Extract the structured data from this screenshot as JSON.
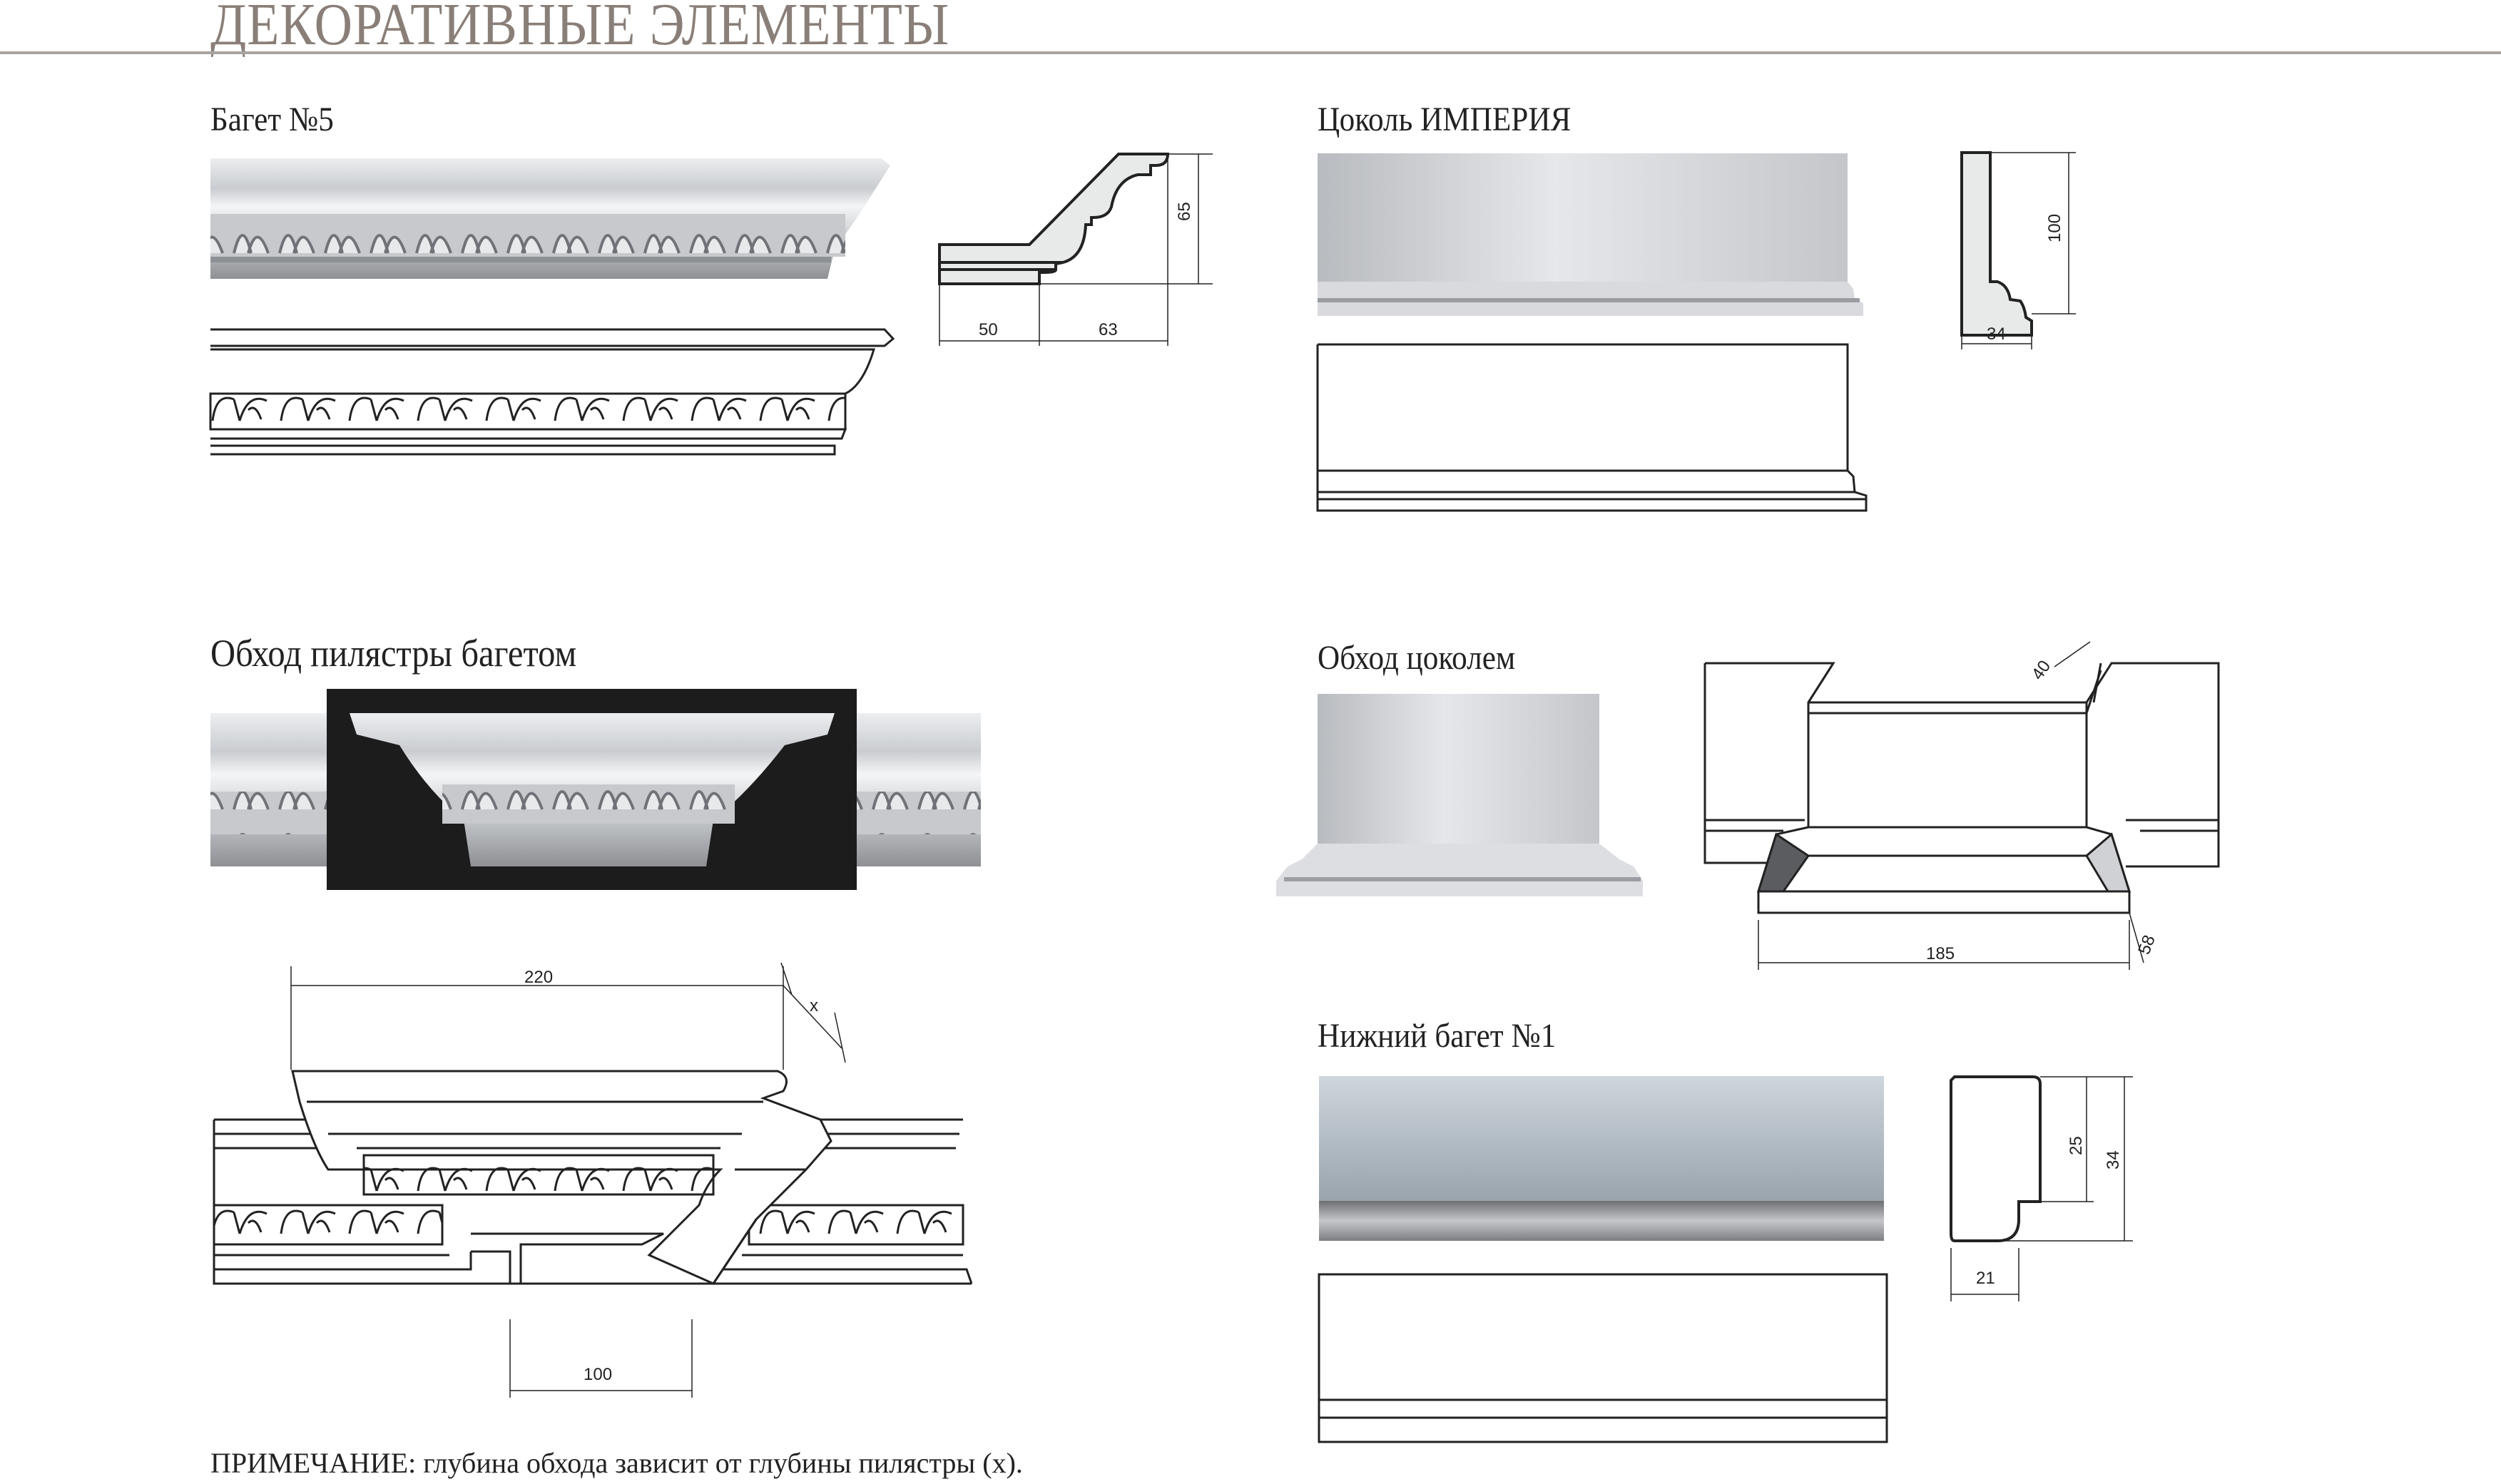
{
  "page": {
    "title": "ДЕКОРАТИВНЫЕ ЭЛЕМЕНТЫ",
    "note": "ПРИМЕЧАНИЕ: глубина обхода зависит от глубины пилястры (x)."
  },
  "sections": {
    "baget5": {
      "title": "Багет №5",
      "dims": {
        "height": "65",
        "width_base": "50",
        "width_top": "63"
      }
    },
    "tsokol_imperiya": {
      "title": "Цоколь ИМПЕРИЯ",
      "dims": {
        "height": "100",
        "width": "34"
      }
    },
    "obkhod_pilyastry": {
      "title": "Обход пилястры багетом",
      "dims": {
        "width": "220",
        "depth": "x",
        "recess": "100"
      }
    },
    "obkhod_tsokolem": {
      "title": "Обход цоколем",
      "dims": {
        "depth_top": "40",
        "width": "185",
        "depth_base": "58"
      }
    },
    "nizhniy_baget1": {
      "title": "Нижний багет №1",
      "dims": {
        "height_inner": "25",
        "height": "34",
        "width": "21"
      }
    }
  },
  "colors": {
    "title": "#8a7f78",
    "rule": "#a8a4a0",
    "dark_bg": "#1c1c1c"
  }
}
